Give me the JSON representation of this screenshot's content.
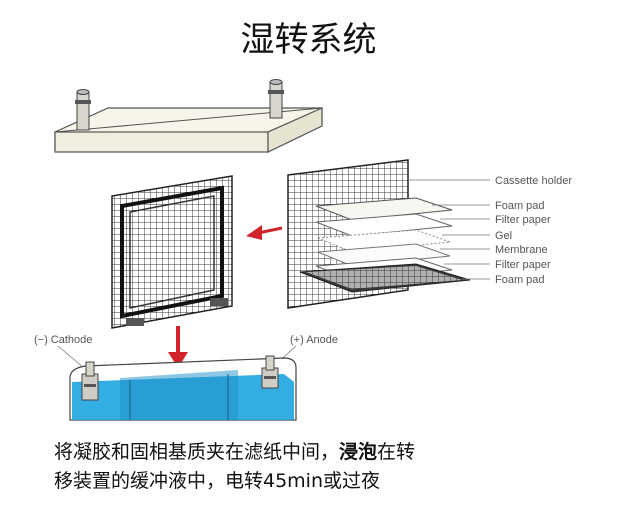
{
  "title": "湿转系统",
  "layer_labels": [
    "Cassette holder",
    "Foam pad",
    "Filter paper",
    "Gel",
    "Membrane",
    "Filter paper",
    "Foam pad"
  ],
  "electrodes": {
    "cathode": "(−) Cathode",
    "anode": "(+) Anode"
  },
  "caption": {
    "line1_pre": "将凝胶和固相基质夹在滤纸中间，",
    "line1_bold": "浸泡",
    "line1_post": "在转",
    "line2": "移装置的缓冲液中，电转45min或过夜"
  },
  "colors": {
    "buffer": "#29a9e0",
    "arrow": "#d2232a",
    "grid": "#3a3a3a"
  }
}
